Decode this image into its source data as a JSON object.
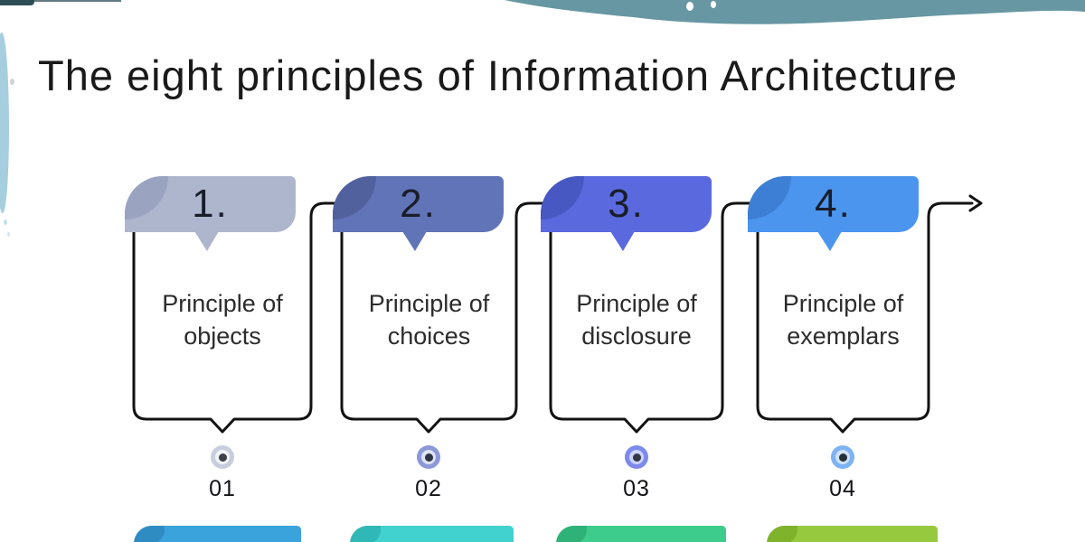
{
  "page": {
    "title": "The eight principles of Information Architecture"
  },
  "decor": {
    "banner_color": "#6697a3",
    "streak_color": "#97c6d8",
    "streak_color_light": "#bcdde9",
    "corner_mark_color": "#2e4d57",
    "connector_color": "#121212"
  },
  "units": [
    {
      "bubble_number": "1.",
      "label": "Principle of objects",
      "index": "01",
      "bubble_color": "#aeb6ce",
      "bubble_corner_color": "#9aa3c0",
      "dot_outer": "#c9cede",
      "dot_ring": "#f4f5f9",
      "dot_center": "#3c4049"
    },
    {
      "bubble_number": "2.",
      "label": "Principle of choices",
      "index": "02",
      "bubble_color": "#6274b8",
      "bubble_corner_color": "#51619e",
      "dot_outer": "#8d99d6",
      "dot_ring": "#dfe3f7",
      "dot_center": "#2f3443"
    },
    {
      "bubble_number": "3.",
      "label": "Principle of disclosure",
      "index": "03",
      "bubble_color": "#5a6ade",
      "bubble_corner_color": "#4858c2",
      "dot_outer": "#7d8aec",
      "dot_ring": "#cdd4fa",
      "dot_center": "#333847"
    },
    {
      "bubble_number": "4.",
      "label": "Principle of exemplars",
      "index": "04",
      "bubble_color": "#4b95ee",
      "bubble_corner_color": "#3c7fd4",
      "dot_outer": "#7eb2f3",
      "dot_ring": "#cfe2fb",
      "dot_center": "#273039"
    }
  ],
  "next_row": [
    {
      "color": "#3ba3dc",
      "corner_color": "#2f8cc2"
    },
    {
      "color": "#41d1cf",
      "corner_color": "#2fb8b6"
    },
    {
      "color": "#3ecc8c",
      "corner_color": "#2fb277"
    },
    {
      "color": "#96c93e",
      "corner_color": "#7fb32b"
    }
  ]
}
